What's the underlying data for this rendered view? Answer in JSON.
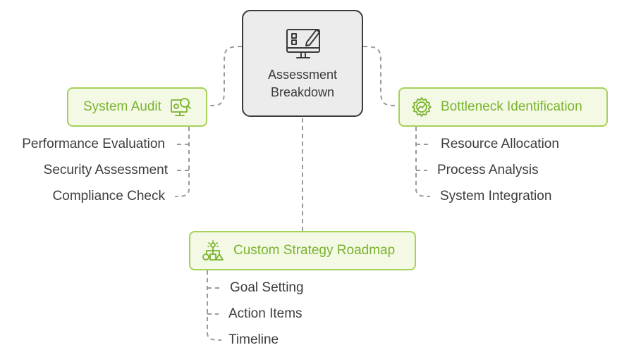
{
  "center": {
    "line1": "Assessment",
    "line2": "Breakdown",
    "icon": "monitor-checklist-icon"
  },
  "branches": [
    {
      "label": "System Audit",
      "icon": "audit-magnifier-icon",
      "items": [
        "Performance Evaluation",
        "Security Assessment",
        "Compliance Check"
      ]
    },
    {
      "label": "Bottleneck Identification",
      "icon": "gear-chart-icon",
      "items": [
        "Resource Allocation",
        "Process Analysis",
        "System Integration"
      ]
    },
    {
      "label": "Custom Strategy Roadmap",
      "icon": "shapes-idea-icon",
      "items": [
        "Goal Setting",
        "Action Items",
        "Timeline"
      ]
    }
  ],
  "colors": {
    "accent": "#7bb32e",
    "node_fill": "#f3f9e4",
    "node_border": "#a6d15a",
    "center_fill": "#ececec",
    "center_border": "#3a3a3a",
    "connector": "#9a9a9a"
  }
}
